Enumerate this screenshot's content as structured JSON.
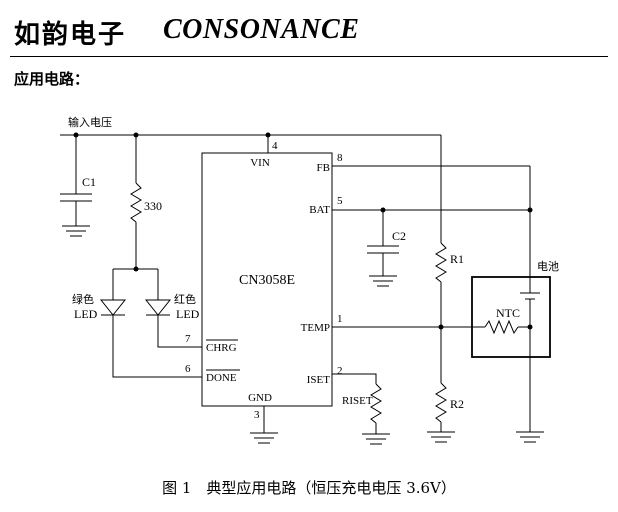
{
  "header": {
    "brand_cn": "如韵电子",
    "brand_en": "CONSONANCE"
  },
  "section_title": "应用电路：",
  "circuit": {
    "input_label": "输入电压",
    "ic": {
      "name": "CN3058E",
      "pins": {
        "vin": "VIN",
        "vin_num": "4",
        "fb": "FB",
        "fb_num": "8",
        "bat": "BAT",
        "bat_num": "5",
        "temp": "TEMP",
        "temp_num": "1",
        "iset": "ISET",
        "iset_num": "2",
        "gnd": "GND",
        "gnd_num": "3",
        "chrg": "CHRG",
        "chrg_num": "7",
        "done": "DONE",
        "done_num": "6"
      }
    },
    "c1": "C1",
    "c2": "C2",
    "r330": "330",
    "r1": "R1",
    "r2": "R2",
    "riset": "RISET",
    "ntc": "NTC",
    "battery": "电池",
    "green_led": [
      "绿色",
      "LED"
    ],
    "red_led": [
      "红色",
      "LED"
    ]
  },
  "caption": "图 1　典型应用电路（恒压充电电压 3.6V）"
}
